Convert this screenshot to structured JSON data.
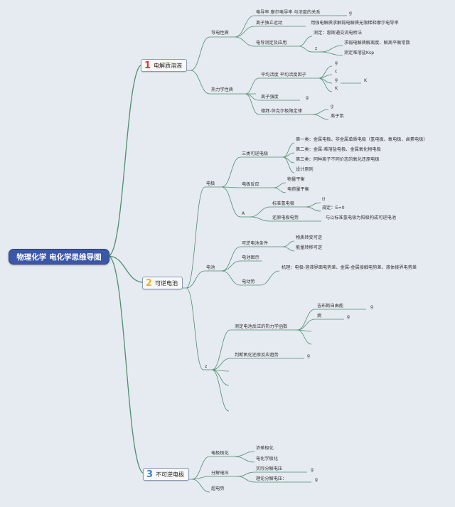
{
  "root": {
    "title": "物理化学 电化学思维导图"
  },
  "colors": {
    "branch1": "#d9383a",
    "branch2": "#e8b530",
    "branch3": "#3a86c7",
    "line": "#4d8f6f",
    "root_bg": "#3b58a8"
  },
  "b1": {
    "num": "1",
    "label": "电解质溶液",
    "conduct": "导电性质",
    "c1": "电导率 摩尔电导率 与浓度的关系",
    "c1g": "g",
    "c2": "离子独立运动",
    "c2a": "用强电解质求解弱电解质无限稀释摩尔电导率",
    "c3": "电导测定及应用",
    "c3a": "测定：惠斯通交流电桥法",
    "c3z": "z",
    "c3b": "求弱电解质解离度、解离平衡常数",
    "c3c": "测定难溶盐Ksp",
    "thermo": "热力学性质",
    "t1": "平均活度 平均活度因子",
    "t1a": "g",
    "t1b": "c",
    "t1c": "g",
    "t1d": "K",
    "t1e": "K",
    "t2": "离子强度",
    "t2g": "g",
    "t3": "德拜-休克尔极限定律",
    "t3a": "g",
    "t3b": "离子氛"
  },
  "b2": {
    "num": "2",
    "label": "可逆电池",
    "electrode": "电极",
    "e1": "三类可逆电极",
    "e1a": "第一类：金属电极、非金属单质电极（氢电极、氧电极、卤素电极）",
    "e1b": "第二类：金属-难溶盐电极、金属氧化物电极",
    "e1c": "第三类：同种离子不同价态的氧化还原电极",
    "e1d": "设计原则",
    "e2": "电极反应",
    "e2a": "物量平衡",
    "e2b": "电荷量平衡",
    "eA": "A",
    "e3": "标准氢电极",
    "e3a": "tl",
    "e3b": "规定：E=0",
    "e4": "还原电极电势",
    "e4a": "与以标准氢电极为阳极构成可逆电池",
    "cell": "电池",
    "p1": "可逆电池条件",
    "p1a": "物质转变可逆",
    "p1b": "能量转移可逆",
    "p2": "电池图示",
    "p3": "电动势",
    "p3a": "机理：电极-溶液界面电势差、金属-金属接触电势差、液体接界电势差",
    "z": "z",
    "s1": "测定电池反应的热力学函数",
    "s1a": "吉布斯自由能",
    "s1ag": "g",
    "s1b": "熵",
    "s1bg": "g",
    "s2": "判断氧化还原反应趋势",
    "s2g": "g"
  },
  "b3": {
    "num": "3",
    "label": "不可逆电极",
    "pol": "电极极化",
    "pol1": "浓差极化",
    "pol2": "电化学极化",
    "dec": "分解电压",
    "dec1": "实际分解电压",
    "dec1g": "g",
    "dec2": "理论分解电压：",
    "dec2g": "g",
    "over": "超电势"
  }
}
